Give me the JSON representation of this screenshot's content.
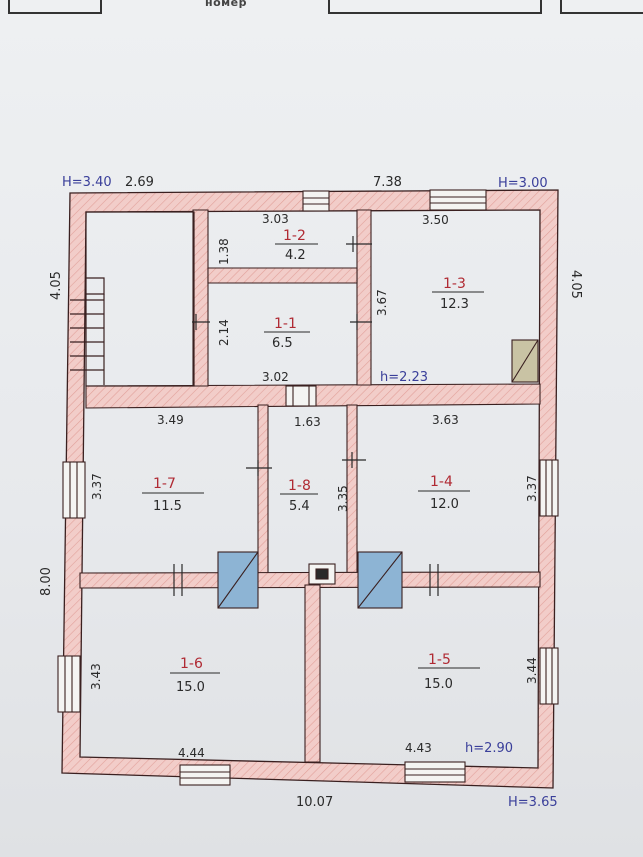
{
  "header": {
    "left_text": "",
    "center_label": "номер"
  },
  "heights": {
    "top_left": "H=3.40",
    "top_right": "H=3.00",
    "bottom_right": "H=3.65",
    "ceiling_mid": "h=2.23",
    "ceiling_bottom": "h=2.90"
  },
  "outer_dims": {
    "top_left": "2.69",
    "top_right": "7.38",
    "bottom": "10.07",
    "left_top": "4.05",
    "left": "8.00",
    "right_top": "4.05"
  },
  "rooms": [
    {
      "id": "1-2",
      "area": "4.2",
      "w": "3.03",
      "h": "1.38"
    },
    {
      "id": "1-1",
      "area": "6.5",
      "w": "3.02",
      "h": "2.14"
    },
    {
      "id": "1-3",
      "area": "12.3",
      "w": "3.50",
      "h": "3.67"
    },
    {
      "id": "1-7",
      "area": "11.5",
      "w": "3.49",
      "h": "3.37"
    },
    {
      "id": "1-8",
      "area": "5.4",
      "w": "1.63",
      "h": "3.35"
    },
    {
      "id": "1-4",
      "area": "12.0",
      "w": "3.63",
      "h": "3.37"
    },
    {
      "id": "1-6",
      "area": "15.0",
      "w": "4.44",
      "h": "3.43"
    },
    {
      "id": "1-5",
      "area": "15.0",
      "w": "4.43",
      "h": "3.44"
    }
  ],
  "colors": {
    "wall_fill": "#f0c4c0",
    "wall_line": "#3a2020",
    "stove_fill": "#7fa9c9",
    "red_ink": "#b02a33",
    "blue_ink": "#3a3f9a"
  }
}
